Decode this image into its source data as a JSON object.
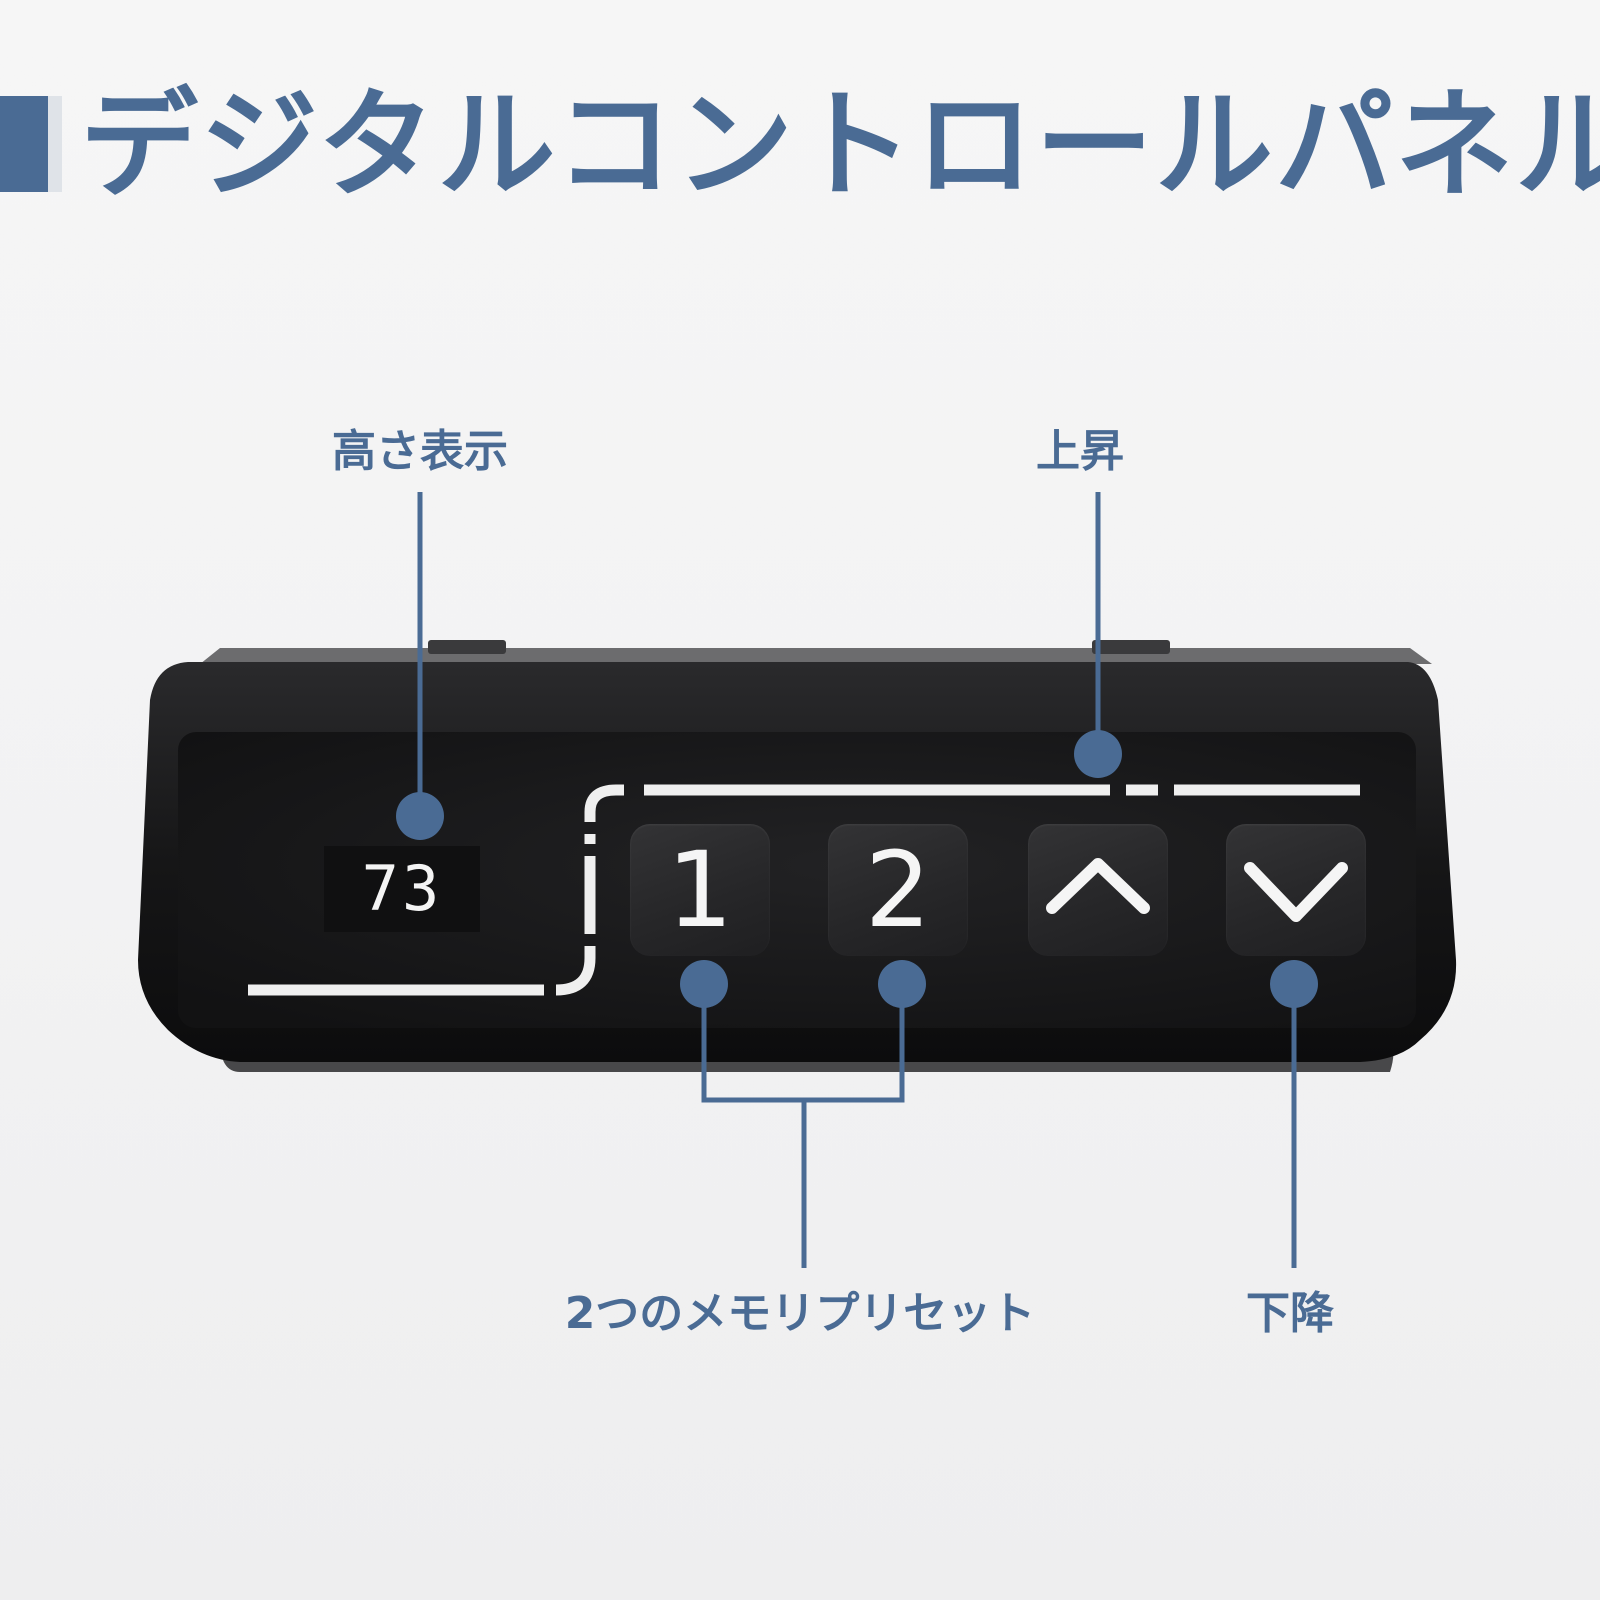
{
  "title": "デジタルコントロールパネル",
  "labels": {
    "height_display": "高さ表示",
    "up": "上昇",
    "memory_presets": "2つのメモリプリセット",
    "down": "下降"
  },
  "panel": {
    "display_value": "73",
    "keys": {
      "memory_1": "1",
      "memory_2": "2"
    }
  },
  "colors": {
    "accent": "#4a6b94",
    "panel_body": "#111112",
    "key_face": "#2a2a2c",
    "key_symbol": "#f5f5f5"
  },
  "icons": {
    "up_key": "chevron-up-icon",
    "down_key": "chevron-down-icon"
  }
}
